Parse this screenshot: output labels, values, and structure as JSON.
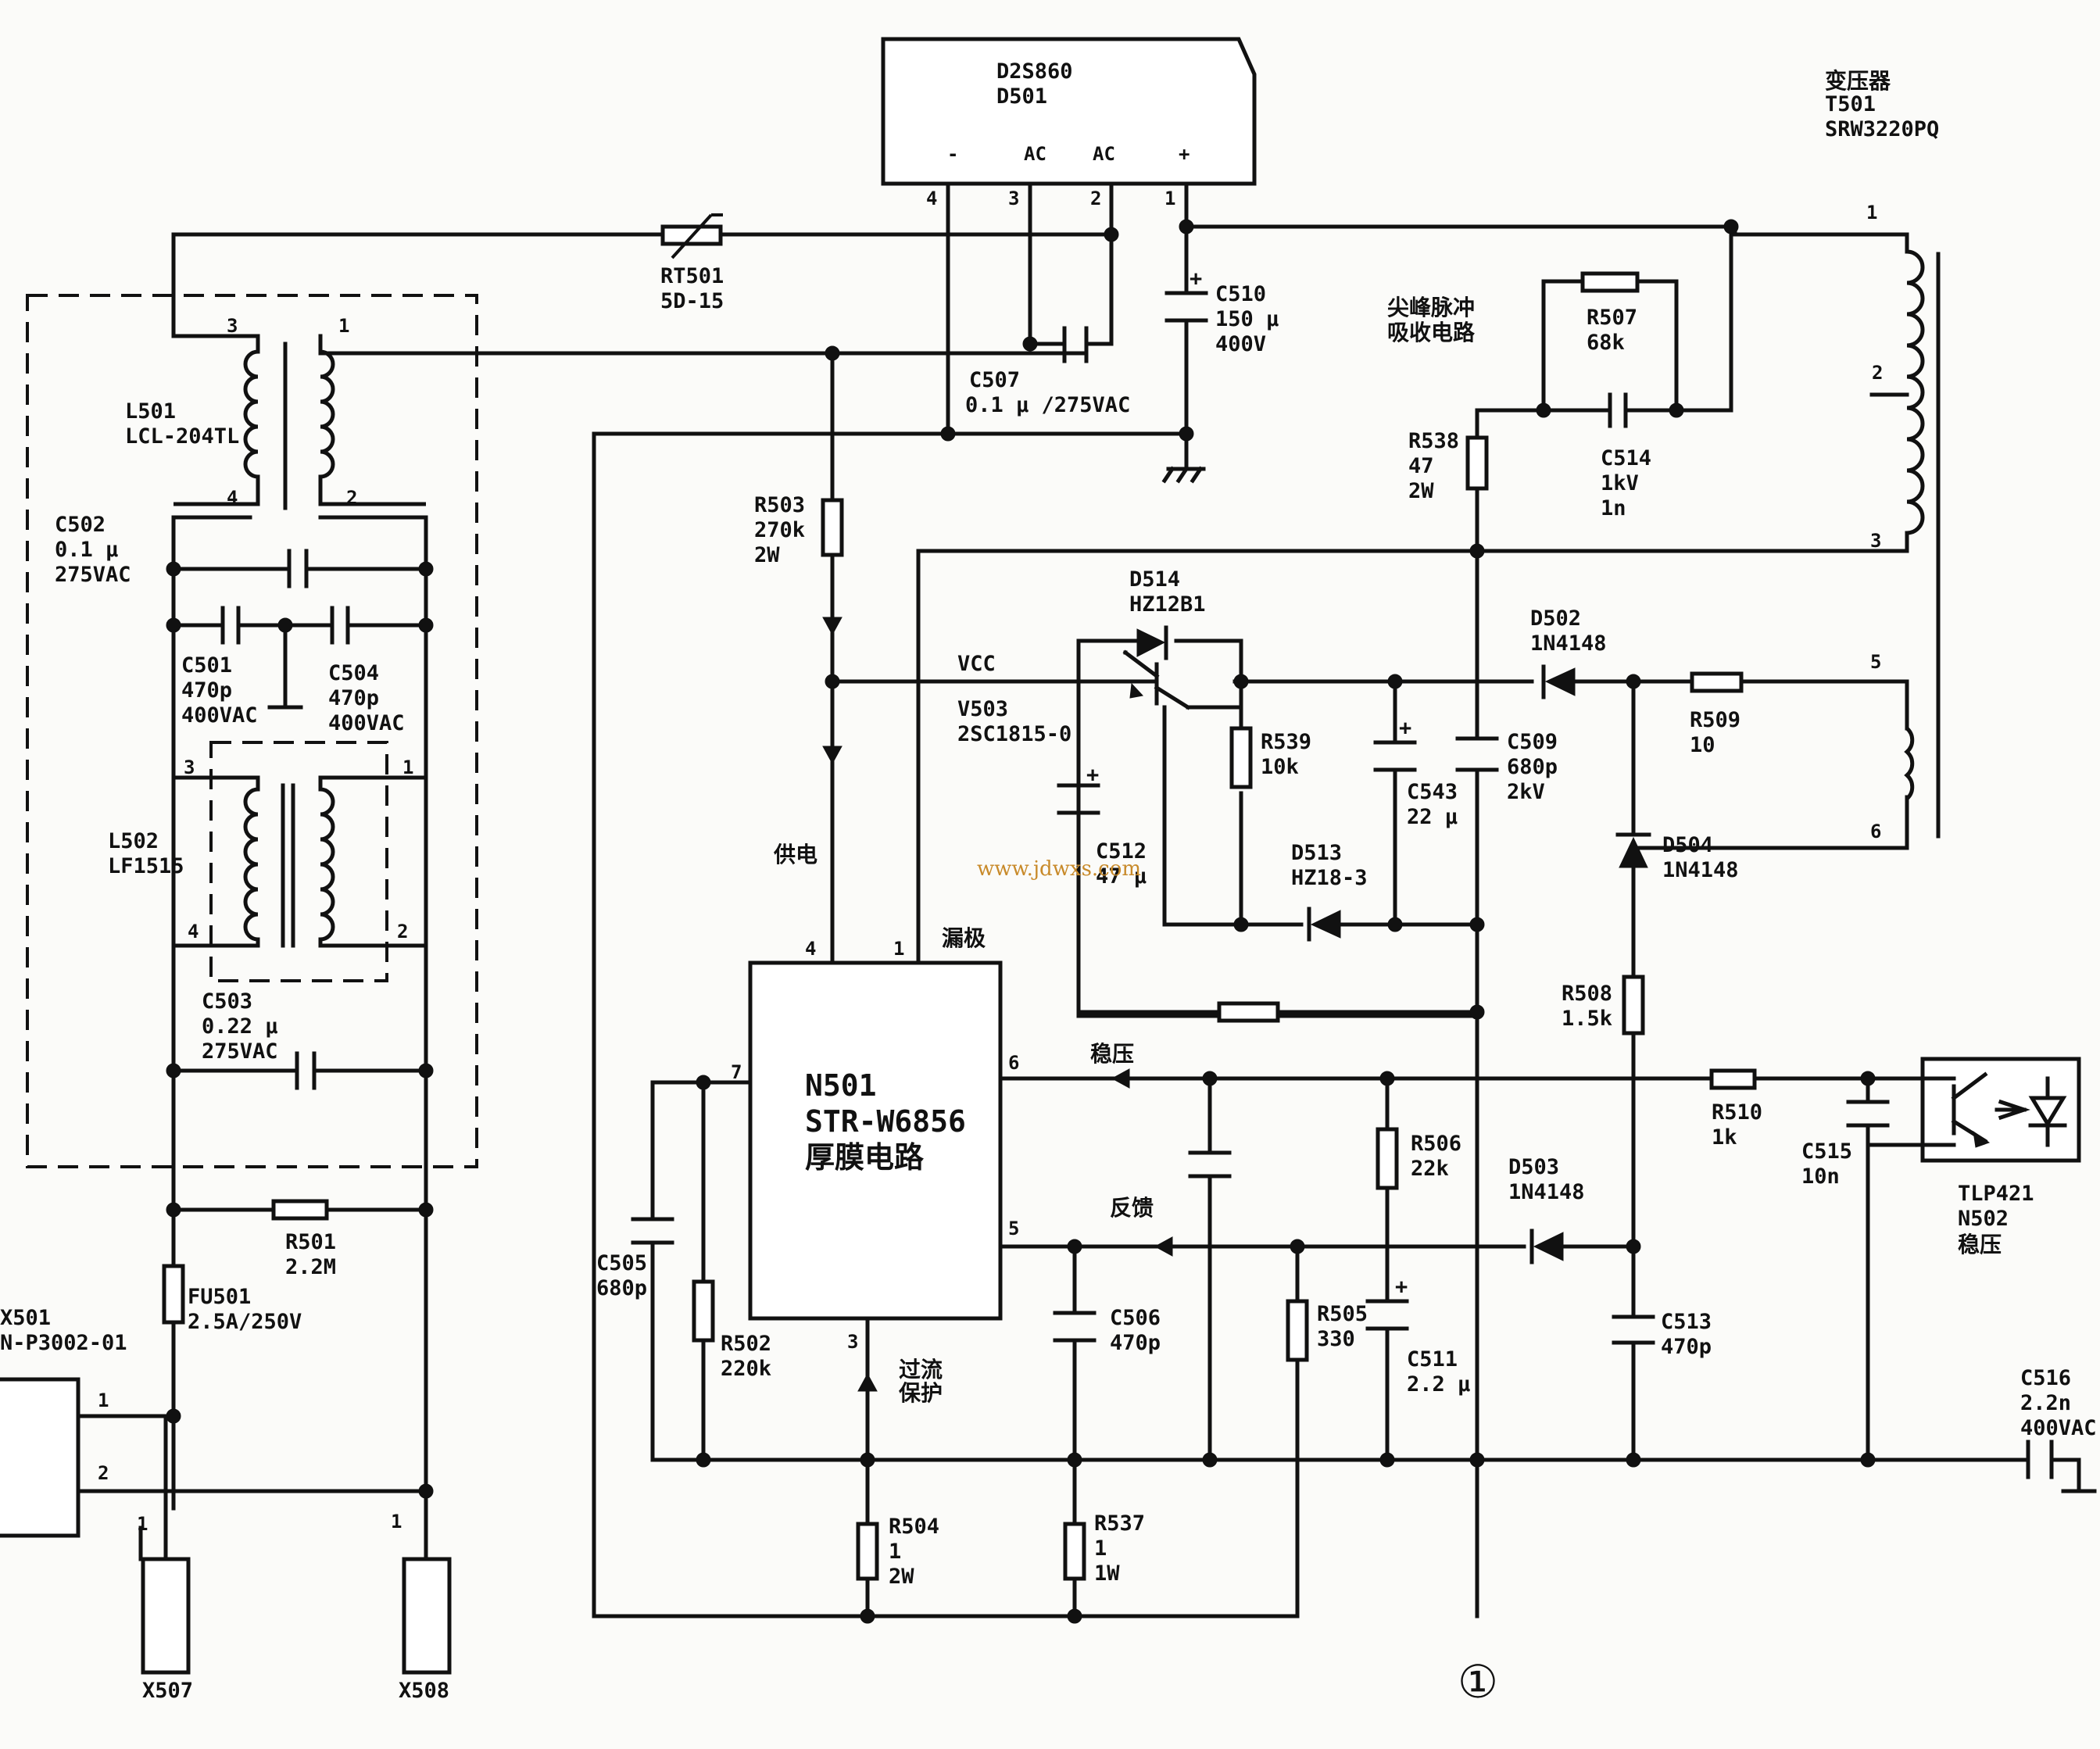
{
  "bridge": {
    "part": "D2S860",
    "ref": "D501",
    "pins": [
      "-",
      "AC",
      "AC",
      "+"
    ],
    "pin_numbers": [
      "4",
      "3",
      "2",
      "1"
    ]
  },
  "transformer": {
    "title": "变压器",
    "ref": "T501",
    "part": "SRW3220PQ",
    "pins": [
      "1",
      "2",
      "3",
      "5",
      "6"
    ]
  },
  "snubber_title": [
    "尖峰脉冲",
    "吸收电路"
  ],
  "ic": {
    "ref": "N501",
    "part": "STR-W6856",
    "desc": "厚膜电路",
    "pins": {
      "p1": "1",
      "p3": "3",
      "p4": "4",
      "p5": "5",
      "p6": "6",
      "p7": "7"
    }
  },
  "net_labels": {
    "vcc": "VCC",
    "supply": "供电",
    "drain": "漏极",
    "regulate": "稳压",
    "feedback": "反馈",
    "ocp": [
      "过流",
      "保护"
    ]
  },
  "components": {
    "RT501": [
      "RT501",
      "5D-15"
    ],
    "C510": [
      "C510",
      "150 μ",
      "400V"
    ],
    "C507": [
      "C507",
      "0.1 μ /275VAC"
    ],
    "L501": [
      "L501",
      "LCL-204TL"
    ],
    "L501_pins": [
      "3",
      "1",
      "4",
      "2"
    ],
    "C502": [
      "C502",
      "0.1 μ",
      "275VAC"
    ],
    "C501": [
      "C501",
      "470p",
      "400VAC"
    ],
    "C504": [
      "C504",
      "470p",
      "400VAC"
    ],
    "L502": [
      "L502",
      "LF1515"
    ],
    "L502_pins": [
      "3",
      "1",
      "4",
      "2"
    ],
    "C503": [
      "C503",
      "0.22 μ",
      "275VAC"
    ],
    "R501": [
      "R501",
      "2.2M"
    ],
    "FU501": [
      "FU501",
      "2.5A/250V"
    ],
    "X501": [
      "X501",
      "N-P3002-01"
    ],
    "X501_pins": [
      "1",
      "2",
      "1",
      "1"
    ],
    "X507": "X507",
    "X508": "X508",
    "R503": [
      "R503",
      "270k",
      "2W"
    ],
    "R507": [
      "R507",
      "68k"
    ],
    "R538": [
      "R538",
      "47",
      "2W"
    ],
    "C514": [
      "C514",
      "1kV",
      "1n"
    ],
    "D514": [
      "D514",
      "HZ12B1"
    ],
    "D502": [
      "D502",
      "1N4148"
    ],
    "V503": [
      "V503",
      "2SC1815-0"
    ],
    "R539": [
      "R539",
      "10k"
    ],
    "C543": [
      "C543",
      "22 μ"
    ],
    "C509": [
      "C509",
      "680p",
      "2kV"
    ],
    "R509": [
      "R509",
      "10"
    ],
    "C512": [
      "C512",
      "47 μ"
    ],
    "D513": [
      "D513",
      "HZ18-3"
    ],
    "D504": [
      "D504",
      "1N4148"
    ],
    "R508": [
      "R508",
      "1.5k"
    ],
    "R510": [
      "R510",
      "1k"
    ],
    "C515": [
      "C515",
      "10n"
    ],
    "N502": [
      "TLP421",
      "N502",
      "稳压"
    ],
    "R506": [
      "R506",
      "22k"
    ],
    "D503": [
      "D503",
      "1N4148"
    ],
    "C505": [
      "C505",
      "680p"
    ],
    "R502": [
      "R502",
      "220k"
    ],
    "C506": [
      "C506",
      "470p"
    ],
    "R505": [
      "R505",
      "330"
    ],
    "C511": [
      "C511",
      "2.2 μ"
    ],
    "C513": [
      "C513",
      "470p"
    ],
    "C516": [
      "C516",
      "2.2n",
      "400VAC"
    ],
    "R504": [
      "R504",
      "1",
      "2W"
    ],
    "R537": [
      "R537",
      "1",
      "1W"
    ]
  },
  "watermark": "www.jdwxs.com",
  "figure_number": "①"
}
